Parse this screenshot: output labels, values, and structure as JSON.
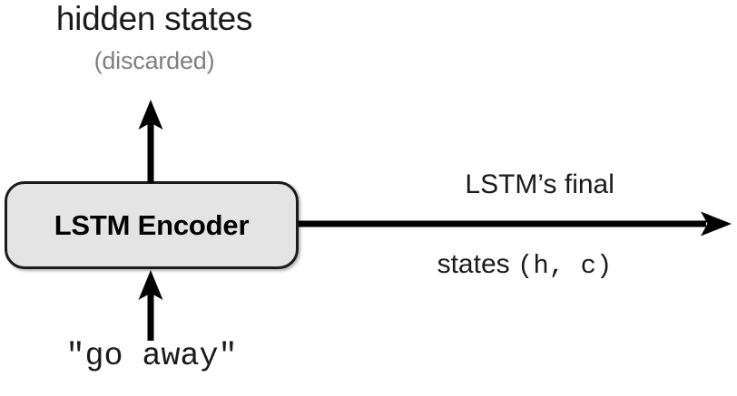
{
  "diagram": {
    "title_top": "hidden states",
    "subtitle_top": "(discarded)",
    "box_label": "LSTM Encoder",
    "right_label_line1": "LSTM’s final",
    "right_label_line2_prefix": "states ",
    "right_label_line2_mono": "(h, c)",
    "input_label": "\"go away\"",
    "colors": {
      "box_fill": "#e4e4e4",
      "box_border": "#1b1b1b",
      "text": "#1a1a1a",
      "muted_text": "#808080",
      "arrow": "#000000",
      "background": "#ffffff"
    },
    "arrows": {
      "up_arrow_from_box": "hidden-states-output-arrow",
      "up_arrow_into_box": "input-sequence-arrow",
      "right_arrow": "final-states-arrow"
    }
  }
}
